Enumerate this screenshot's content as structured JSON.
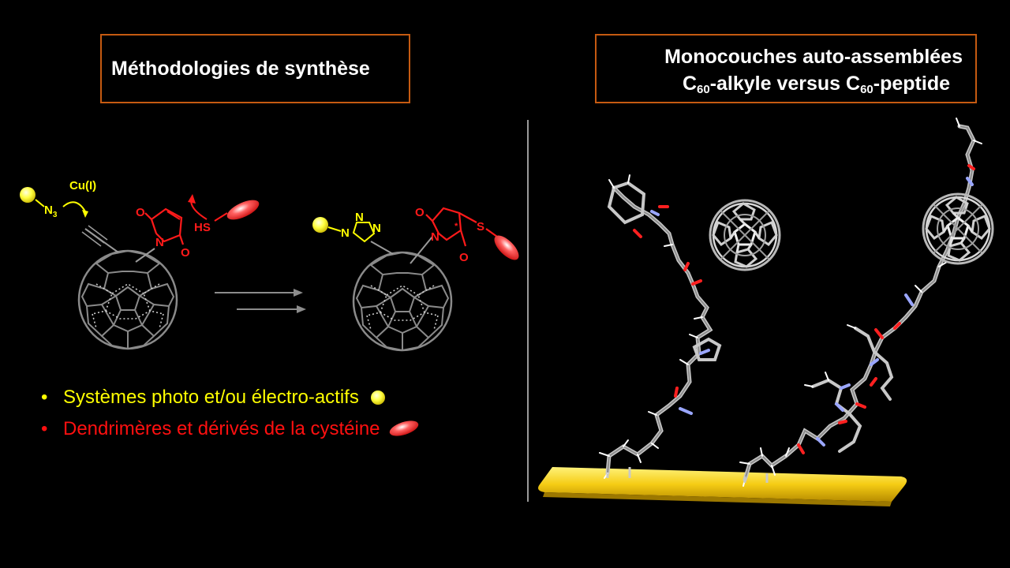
{
  "left_box": {
    "title": "Méthodologies de synthèse"
  },
  "right_box": {
    "line1": "Monocouches auto-assemblées",
    "line2_a": "C",
    "line2_sub1": "60",
    "line2_b": "-alkyle  versus C",
    "line2_sub2": "60",
    "line2_c": "-peptide"
  },
  "scheme": {
    "catalyst": "Cu(I)",
    "azide_n": "N",
    "azide_sub": "3",
    "thiol": "HS",
    "carbonyl_o": "O",
    "imide_n": "N",
    "triazole_n": "N",
    "sulfur": "S",
    "stereo_mark": "*"
  },
  "bullets": [
    {
      "text": "Systèmes photo et/ou électro-actifs",
      "color": "#ffff00"
    },
    {
      "text": "Dendrimères et dérivés de la cystéine",
      "color": "#ff1010"
    }
  ],
  "colors": {
    "accent_box": "#c55a11",
    "yellow": "#ffff00",
    "red": "#ff1010",
    "gold_substrate": "#f5cc14"
  }
}
